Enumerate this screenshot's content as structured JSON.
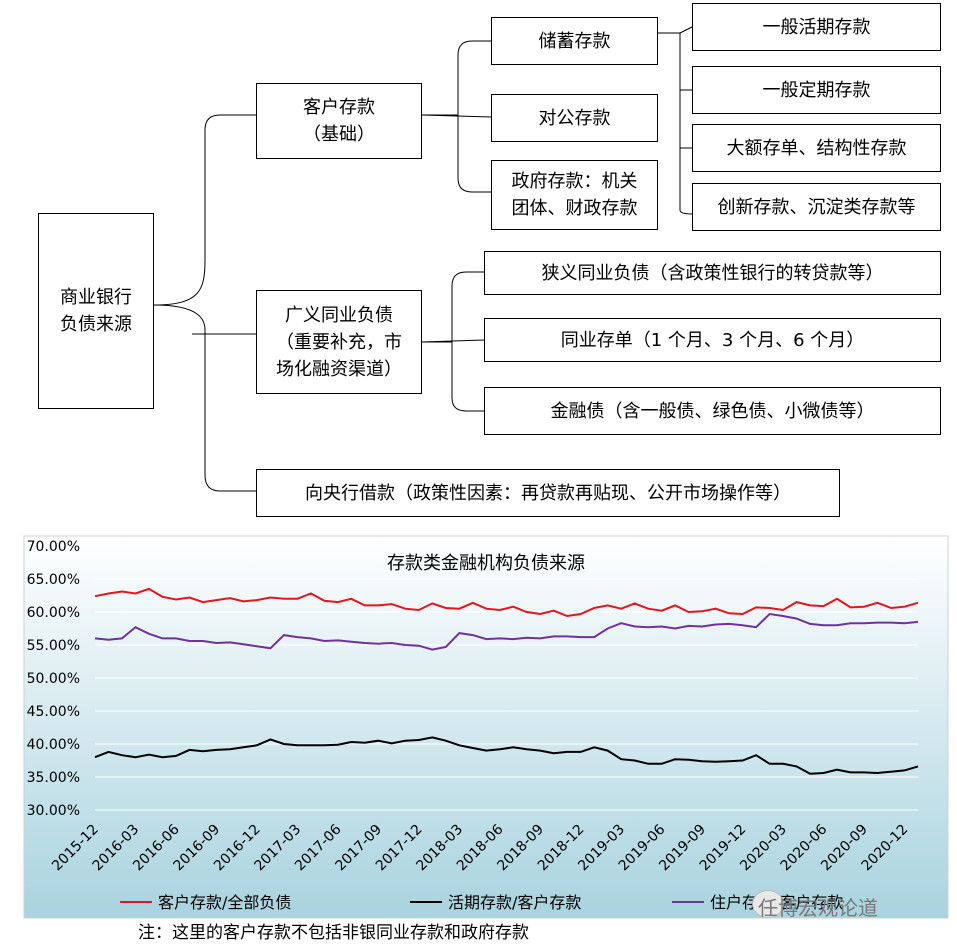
{
  "tree": {
    "root": "商业银行\n负债来源",
    "customer_deposit": "客户存款\n（基础）",
    "savings": "储蓄存款",
    "corporate": "对公存款",
    "government": "政府存款：机关\n团体、财政存款",
    "general_demand": "一般活期存款",
    "general_time": "一般定期存款",
    "large_cd": "大额存单、结构性存款",
    "innovative": "创新存款、沉淀类存款等",
    "interbank": "广义同业负债\n（重要补充，市\n场化融资渠道）",
    "narrow_interbank": "狭义同业负债（含政策性银行的转贷款等）",
    "interbank_cd": "同业存单（1 个月、3 个月、6 个月）",
    "fin_bonds": "金融债（含一般债、绿色债、小微债等）",
    "central_bank": "向央行借款（政策性因素：再贷款再贴现、公开市场操作等）"
  },
  "chart_data": {
    "type": "line",
    "title": "存款类金融机构负债来源",
    "ylim": [
      0.3,
      0.7
    ],
    "ytick_labels": [
      "30.00%",
      "35.00%",
      "40.00%",
      "45.00%",
      "50.00%",
      "55.00%",
      "60.00%",
      "65.00%",
      "70.00%"
    ],
    "xtick_labels": [
      "2015-12",
      "2016-03",
      "2016-06",
      "2016-09",
      "2016-12",
      "2017-03",
      "2017-06",
      "2017-09",
      "2017-12",
      "2018-03",
      "2018-06",
      "2018-09",
      "2018-12",
      "2019-03",
      "2019-06",
      "2019-09",
      "2019-12",
      "2020-03",
      "2020-06",
      "2020-09",
      "2020-12"
    ],
    "x_start": "2015-12",
    "colors": {
      "red": "#e8141c",
      "black": "#000000",
      "purple": "#7030a0"
    },
    "series": [
      {
        "name": "客户存款/全部负债",
        "color": "#e8141c",
        "values": [
          0.624,
          0.628,
          0.631,
          0.628,
          0.635,
          0.623,
          0.619,
          0.622,
          0.615,
          0.618,
          0.621,
          0.616,
          0.618,
          0.622,
          0.62,
          0.62,
          0.628,
          0.617,
          0.615,
          0.62,
          0.61,
          0.61,
          0.612,
          0.605,
          0.603,
          0.613,
          0.606,
          0.605,
          0.614,
          0.605,
          0.603,
          0.608,
          0.6,
          0.597,
          0.602,
          0.594,
          0.597,
          0.606,
          0.61,
          0.605,
          0.613,
          0.605,
          0.602,
          0.61,
          0.6,
          0.601,
          0.605,
          0.598,
          0.597,
          0.607,
          0.606,
          0.603,
          0.615,
          0.61,
          0.609,
          0.62,
          0.607,
          0.608,
          0.614,
          0.606,
          0.608,
          0.614
        ]
      },
      {
        "name": "活期存款/客户存款",
        "color": "#000000",
        "values": [
          0.38,
          0.388,
          0.383,
          0.38,
          0.384,
          0.38,
          0.382,
          0.391,
          0.389,
          0.391,
          0.392,
          0.395,
          0.398,
          0.407,
          0.4,
          0.398,
          0.398,
          0.398,
          0.399,
          0.403,
          0.402,
          0.405,
          0.401,
          0.405,
          0.406,
          0.41,
          0.405,
          0.398,
          0.394,
          0.39,
          0.392,
          0.395,
          0.392,
          0.39,
          0.386,
          0.388,
          0.388,
          0.395,
          0.39,
          0.377,
          0.375,
          0.37,
          0.37,
          0.377,
          0.376,
          0.374,
          0.373,
          0.374,
          0.375,
          0.383,
          0.37,
          0.37,
          0.366,
          0.355,
          0.356,
          0.361,
          0.357,
          0.357,
          0.356,
          0.358,
          0.36,
          0.366
        ]
      },
      {
        "name": "住户存款/客户存款",
        "color": "#7030a0",
        "values": [
          0.56,
          0.558,
          0.56,
          0.577,
          0.567,
          0.56,
          0.56,
          0.556,
          0.556,
          0.553,
          0.554,
          0.551,
          0.548,
          0.545,
          0.565,
          0.562,
          0.56,
          0.556,
          0.557,
          0.555,
          0.553,
          0.552,
          0.553,
          0.55,
          0.549,
          0.543,
          0.547,
          0.568,
          0.565,
          0.559,
          0.56,
          0.559,
          0.561,
          0.56,
          0.563,
          0.563,
          0.562,
          0.562,
          0.575,
          0.583,
          0.578,
          0.577,
          0.578,
          0.575,
          0.579,
          0.578,
          0.581,
          0.582,
          0.58,
          0.577,
          0.597,
          0.594,
          0.59,
          0.582,
          0.58,
          0.58,
          0.583,
          0.583,
          0.584,
          0.584,
          0.583,
          0.585
        ]
      }
    ]
  },
  "watermark": "任博宏观论道",
  "note": "注：这里的客户存款不包括非银同业存款和政府存款"
}
